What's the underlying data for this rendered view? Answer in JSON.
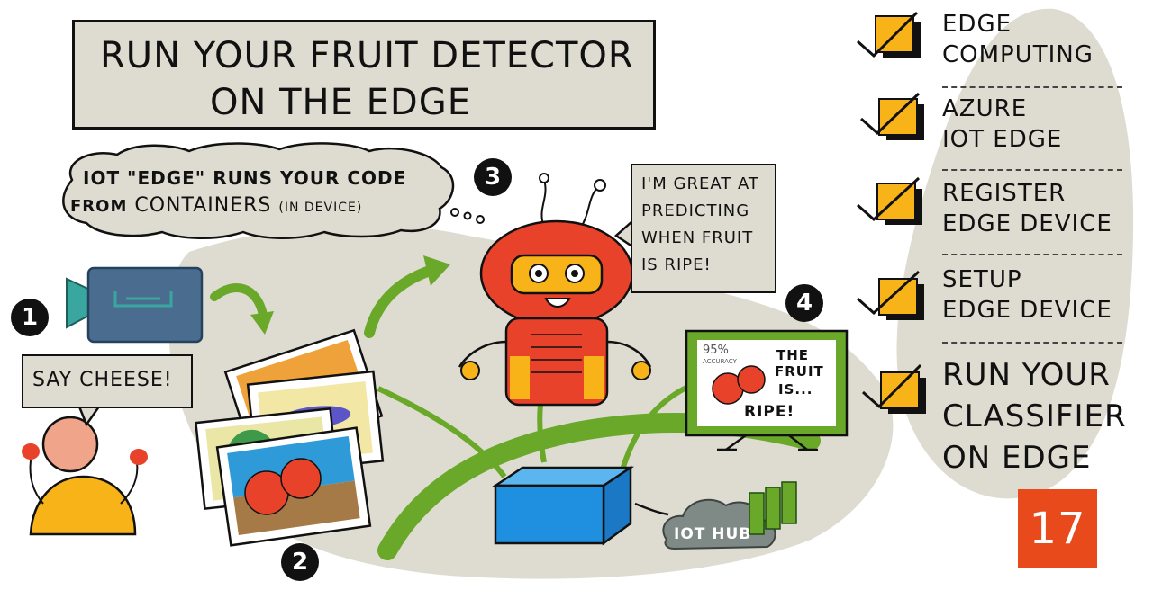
{
  "title": {
    "line1": "RUN YOUR FRUIT DETECTOR",
    "line2": "ON THE EDGE"
  },
  "thought": {
    "line1": "IOT \"EDGE\" RUNS YOUR CODE",
    "line2_prefix": "FROM",
    "line2_main": "CONTAINERS",
    "line2_small": "(IN DEVICE)"
  },
  "speech": {
    "camera_person": "SAY CHEESE!",
    "robot": [
      "I'M GREAT AT",
      "PREDICTING",
      "WHEN FRUIT",
      "IS RIPE!"
    ]
  },
  "steps": [
    "1",
    "2",
    "3",
    "4"
  ],
  "monitor": {
    "accuracy": "95%",
    "accuracy_label": "ACCURACY",
    "text": [
      "THE",
      "FRUIT",
      "IS..."
    ],
    "result": "RIPE!"
  },
  "iot_hub_label": "IOT HUB",
  "checklist": [
    {
      "lines": [
        "EDGE",
        "COMPUTING"
      ]
    },
    {
      "lines": [
        "AZURE",
        "IOT EDGE"
      ]
    },
    {
      "lines": [
        "REGISTER",
        "EDGE DEVICE"
      ]
    },
    {
      "lines": [
        "SETUP",
        "EDGE DEVICE"
      ]
    },
    {
      "lines": [
        "RUN YOUR",
        "CLASSIFIER",
        "ON EDGE"
      ]
    }
  ],
  "lesson_number": "17",
  "colors": {
    "accent_orange": "#e84a1b",
    "check_yellow": "#f7b318",
    "tan": "#dedcd0",
    "green": "#6aa82a",
    "blue": "#1f8fe0",
    "camera_blue": "#4a6c8e",
    "camera_teal": "#39a7a0"
  }
}
